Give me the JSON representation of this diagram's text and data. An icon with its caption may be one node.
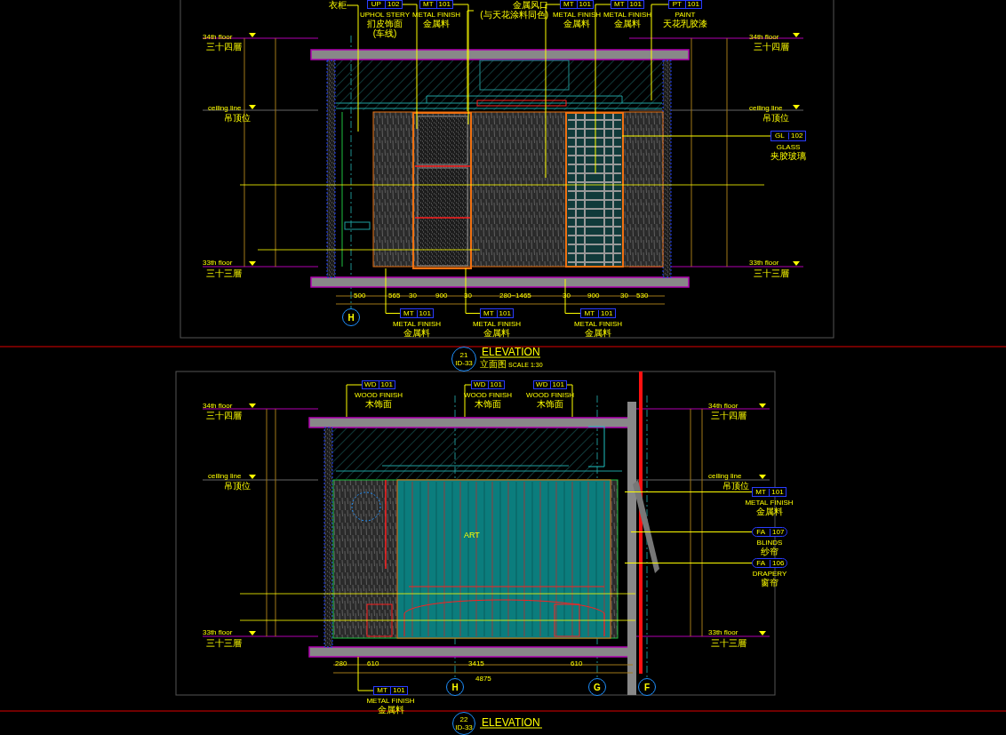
{
  "diagram": {
    "nodes": [
      {
        "text": [
          "衣柜"
        ]
      },
      {
        "text": [
          "UP",
          "102"
        ],
        "beside": [
          "UPHOL STERY",
          "扪皮饰面",
          "(车线)"
        ]
      },
      {
        "text": [
          "MT",
          "101"
        ],
        "beside": [
          "METAL FINISH",
          "金属料"
        ]
      },
      {
        "text": [
          "金属风口",
          "(与天花涂料同色)"
        ]
      },
      {
        "text": [
          "MT",
          "101"
        ],
        "beside": [
          "METAL FINISH",
          "金属料"
        ]
      },
      {
        "text": [
          "MT",
          "101"
        ],
        "beside": [
          "METAL FINISH",
          "金属料"
        ]
      },
      {
        "text": [
          "PT",
          "101"
        ],
        "beside": [
          "PAINT",
          "天花乳胶漆"
        ]
      },
      {
        "text": [
          "GL",
          "102"
        ],
        "beside": [
          "GLASS",
          "夹胶玻璃"
        ]
      },
      {
        "text": [
          "H"
        ]
      },
      {
        "text": [
          "MT",
          "101"
        ],
        "beside": [
          "METAL FINISH",
          "金属料"
        ]
      },
      {
        "text": [
          "MT",
          "101"
        ],
        "beside": [
          "METAL FINISH",
          "金属料"
        ]
      },
      {
        "text": [
          "MT",
          "101"
        ],
        "beside": [
          "METAL FINISH",
          "金属料"
        ]
      },
      {
        "text": [
          "21",
          "ID-33"
        ]
      },
      {
        "text": [
          "WD",
          "101"
        ],
        "beside": [
          "WOOD FINISH",
          "木饰面"
        ]
      },
      {
        "text": [
          "WD",
          "101"
        ],
        "beside": [
          "WOOD FINISH",
          "木饰面"
        ]
      },
      {
        "text": [
          "WD",
          "101"
        ],
        "beside": [
          "WOOD FINISH",
          "木饰面"
        ]
      },
      {
        "text": [
          "MT",
          "101"
        ],
        "beside": [
          "METAL FINISH",
          "金属料"
        ]
      },
      {
        "text": [
          "FA",
          "107"
        ],
        "beside": [
          "BLINDS",
          "纱帘"
        ]
      },
      {
        "text": [
          "FA",
          "106"
        ],
        "beside": [
          "DRAPERY",
          "窗帘"
        ]
      },
      {
        "text": [
          "H"
        ]
      },
      {
        "text": [
          "G"
        ]
      },
      {
        "text": [
          "F"
        ]
      },
      {
        "text": [
          "MT",
          "101"
        ],
        "beside": [
          "METAL FINISH",
          "金属料"
        ]
      },
      {
        "text": [
          "22",
          "ID-33"
        ]
      }
    ],
    "edges": [
      {
        "from": 0,
        "to": null,
        "arrow": "none"
      },
      {
        "from": 1,
        "to": null,
        "arrow": "none"
      },
      {
        "from": 2,
        "to": null,
        "arrow": "none"
      },
      {
        "from": 3,
        "to": null,
        "arrow": "none"
      },
      {
        "from": 4,
        "to": null,
        "arrow": "none"
      },
      {
        "from": 5,
        "to": null,
        "arrow": "none"
      },
      {
        "from": 6,
        "to": null,
        "arrow": "none"
      },
      {
        "from": 7,
        "to": null,
        "arrow": "none"
      },
      {
        "from": 9,
        "to": null,
        "arrow": "none"
      },
      {
        "from": 10,
        "to": null,
        "arrow": "none"
      },
      {
        "from": 11,
        "to": null,
        "arrow": "none"
      },
      {
        "from": 13,
        "to": null,
        "arrow": "none"
      },
      {
        "from": 14,
        "to": null,
        "arrow": "none"
      },
      {
        "from": 15,
        "to": null,
        "arrow": "none"
      },
      {
        "from": 16,
        "to": null,
        "arrow": "none"
      },
      {
        "from": 17,
        "to": null,
        "arrow": "none"
      },
      {
        "from": 18,
        "to": null,
        "arrow": "none"
      },
      {
        "from": 22,
        "to": null,
        "arrow": "none"
      }
    ],
    "labels": [
      "34th floor",
      "三十四層",
      "ceiling line",
      "吊顶位",
      "33th floor",
      "三十三層",
      "34th floor",
      "三十四層",
      "ceiling line",
      "吊顶位",
      "33th floor",
      "三十三層",
      "500",
      "565",
      "30",
      "900",
      "30",
      "280~1465",
      "30",
      "900",
      "30",
      "530",
      "ELEVATION",
      "立面图",
      "SCALE 1:30",
      "ART",
      "34th floor",
      "三十四層",
      "ceiling line",
      "吊顶位",
      "33th floor",
      "三十三層",
      "34th floor",
      "三十四層",
      "ceiling line",
      "吊顶位",
      "33th floor",
      "三十三層",
      "280",
      "610",
      "3415",
      "610",
      "4875",
      "ELEVATION"
    ]
  }
}
